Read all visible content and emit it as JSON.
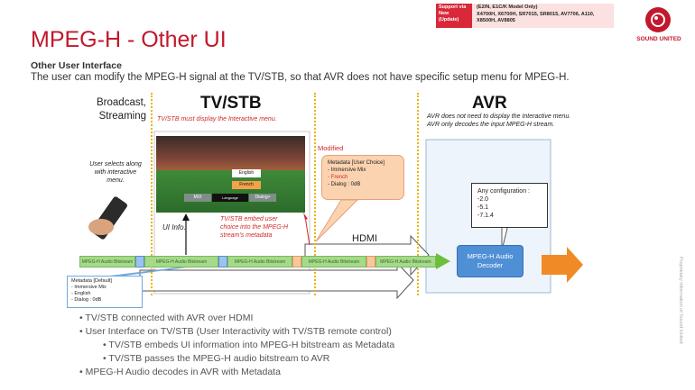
{
  "title": "MPEG-H - Other UI",
  "subtitle": "Other User Interface",
  "description": "The user can modify the MPEG-H signal at the TV/STB, so that AVR does not have specific setup menu for MPEG-H.",
  "support": {
    "label": "Support via New (Update)",
    "models_line1": "(E2/N, E1C/K Model Only)",
    "models_line2": "X4700H, X6700H, SR7015, SR8015, AV7706, A110, X8500H, AV8805"
  },
  "logo": {
    "text": "SOUND UNITED"
  },
  "side_note": "Proprietary information of Sound United",
  "columns": {
    "broadcast": "Broadcast, Streaming",
    "stb": "TV/STB",
    "avr": "AVR"
  },
  "notes": {
    "stb_note": "TV/STB must display the Interactive menu.",
    "avr_note_1": "AVR does not need to display the Interactive menu.",
    "avr_note_2": "AVR only decodes the input MPEG-H stream.",
    "user_selects": "User selects along with interactive menu.",
    "ui_info": "UI Info.",
    "embed_note": "TV/STB embed user choice into the MPEG-H stream's metadata",
    "modified": "Modified",
    "hdmi": "HDMI",
    "any_config_title": "Any configuration :",
    "any_config_items": [
      "-2.0",
      "-5.1",
      "-7.1.4"
    ]
  },
  "screen_menu": {
    "english": "English",
    "french": "French",
    "mix": "MIX",
    "language": "Language",
    "dialog": "Dialog+"
  },
  "metadata_modified": {
    "title": "Metadata [User Choice]",
    "line1": "- Immersive Mix",
    "line2": "- French",
    "line3": "- Dialog : 0dB"
  },
  "metadata_default": {
    "title": "Metadata [Default]",
    "line1": "- Immersive Mix",
    "line2": "- English",
    "line3": "- Dialog : 0dB"
  },
  "bitstream_label": "MPEG-H Audio Bitstream",
  "decoder_label": "MPEG-H Audio Decoder",
  "bullets": [
    "TV/STB connected with AVR over HDMI",
    "User Interface on TV/STB (User Interactivity with TV/STB remote control)",
    "TV/STB embeds UI information into MPEG-H bitstream as Metadata",
    "TV/STB passes the MPEG-H audio bitstream to AVR",
    "MPEG-H Audio decodes in AVR with Metadata"
  ],
  "colors": {
    "accent": "#c2182c",
    "dotted_line": "#e8b600",
    "bitstream": "#a6d98a",
    "decoder": "#4f8fd6",
    "output_arrow": "#f08a24"
  }
}
